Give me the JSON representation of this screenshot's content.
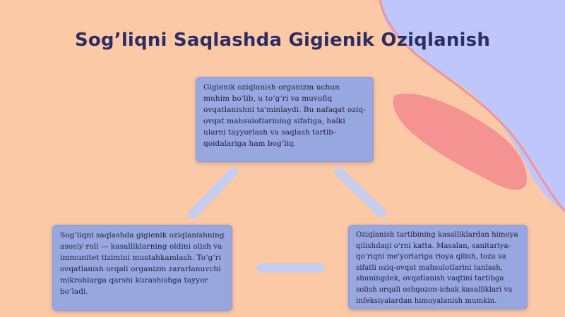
{
  "title": "Sog’liqni Saqlashda Gigienik Oziqlanish",
  "colors": {
    "background": "#fcc9a6",
    "box_fill": "#98a7e0",
    "connector": "#c5cdf0",
    "title_text": "#2b2d63",
    "accent_blue": "#bfc6fb",
    "accent_red": "#f59393"
  },
  "nodes": {
    "top": "Gigienik oziqlanish organizm uchun muhim bo‘lib, u to‘g‘ri va muvofiq ovqatlanishni ta'minlaydi. Bu nafaqat oziq-ovqat mahsulotlarining sifatiga, balki ularni tayyorlash va saqlash tartib-qoidalariga ham bog‘liq.",
    "left": "Sog‘liqni saqlashda gigienik oziqlanishning asosiy roli — kasalliklarning oldini olish va immunitet tizimini mustahkamlash. To‘g‘ri ovqatlanish orqali organizm zararlanuvchi mikroblarga qarshi kurashishga tayyor bo‘ladi.",
    "right": "Oziqlanish tartibining kasalliklardan himoya qilishdagi o‘rni katta. Masalan, sanitariya-qo‘riqni me'yorlariga rioya qilish, toza va sifatli oziq-ovqat mahsulotlarini tanlash, shuningdek, ovqatlanish vaqtini tartibga solish orqali oshqozon-ichak kasalliklari va infeksiyalardan himoyalanish mumkin."
  }
}
